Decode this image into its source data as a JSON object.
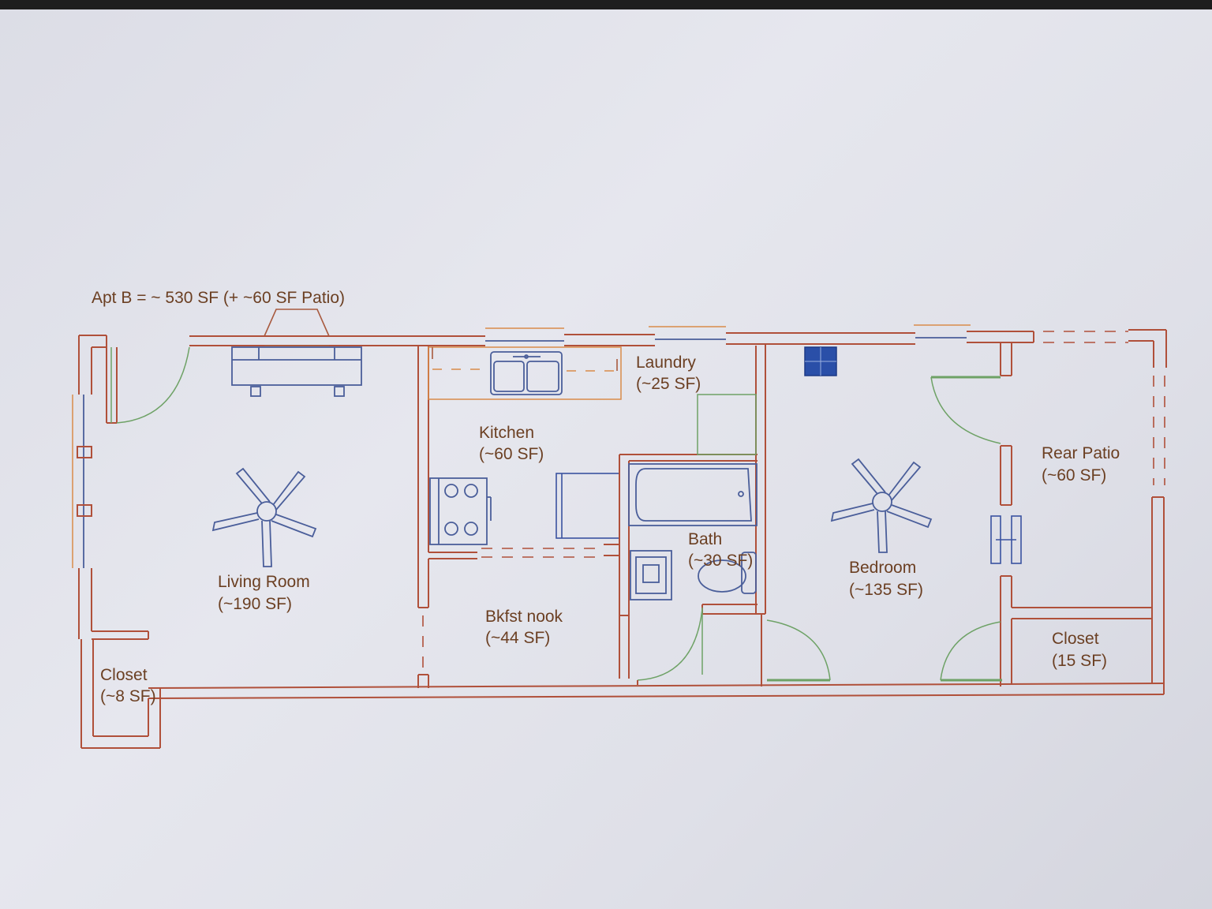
{
  "title": "Apt B = ~ 530 SF (+ ~60 SF Patio)",
  "rooms": {
    "living_room": {
      "name": "Living Room",
      "area": "(~190 SF)"
    },
    "closet_small": {
      "name": "Closet",
      "area": "(~8 SF)"
    },
    "kitchen": {
      "name": "Kitchen",
      "area": "(~60 SF)"
    },
    "laundry": {
      "name": "Laundry",
      "area": "(~25 SF)"
    },
    "bkfst_nook": {
      "name": "Bkfst nook",
      "area": "(~44 SF)"
    },
    "bath": {
      "name": "Bath",
      "area": "(~30 SF)"
    },
    "bedroom": {
      "name": "Bedroom",
      "area": "(~135 SF)"
    },
    "rear_patio": {
      "name": "Rear Patio",
      "area": "(~60 SF)"
    },
    "closet_bedroom": {
      "name": "Closet",
      "area": "(15 SF)"
    }
  },
  "colors": {
    "wall": "#b0503a",
    "fixture": "#4a5e9a",
    "door_swing": "#6ea266",
    "cabinet": "#d98b4a",
    "label": "#6b3f22",
    "paper": "#e3e4eb"
  },
  "icons": [
    "ceiling-fan-icon",
    "sink-icon",
    "stove-icon",
    "bathtub-icon",
    "toilet-icon",
    "fireplace-icon",
    "electrical-panel-icon"
  ]
}
